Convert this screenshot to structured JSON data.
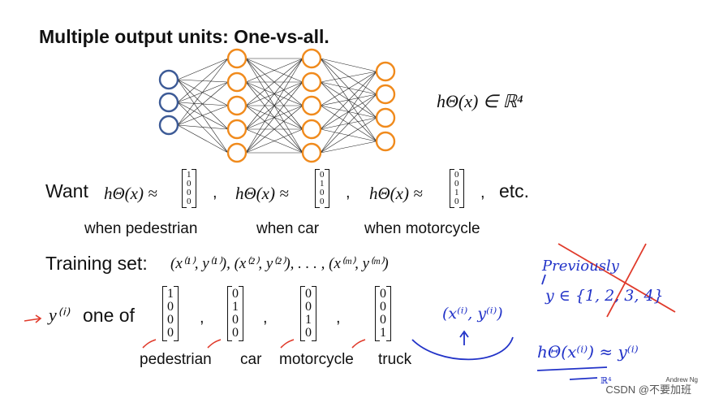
{
  "title": "Multiple output units: One-vs-all.",
  "h_top": "hΘ(x) ∈ ℝ⁴",
  "want_label": "Want",
  "h_approx": "hΘ(x) ≈",
  "vectors": [
    [
      "1",
      "0",
      "0",
      "0"
    ],
    [
      "0",
      "1",
      "0",
      "0"
    ],
    [
      "0",
      "0",
      "1",
      "0"
    ],
    [
      "0",
      "0",
      "0",
      "1"
    ]
  ],
  "etc": "etc.",
  "captions": [
    "when pedestrian",
    "when car",
    "when motorcycle"
  ],
  "training_label": "Training set:",
  "training_expr": "(x⁽¹⁾, y⁽¹⁾), (x⁽²⁾, y⁽²⁾), . . . , (x⁽ᵐ⁾, y⁽ᵐ⁾)",
  "yi": "y⁽ⁱ⁾",
  "one_of": "one of",
  "classes": [
    "pedestrian",
    "car",
    "motorcycle",
    "truck"
  ],
  "handwriting": {
    "pair": "(x⁽ⁱ⁾, y⁽ⁱ⁾)",
    "previously": "Previously",
    "set": "y ∈ {1, 2, 3, 4}",
    "approx": "hΘ(x⁽ⁱ⁾) ≈ y⁽ⁱ⁾",
    "r4": "ℝ⁴"
  },
  "watermark": "CSDN @不要加班",
  "credit": "Andrew Ng",
  "colors": {
    "input": "#3c5a96",
    "hidden": "#f08a1c",
    "annot": "#2233c8",
    "red": "#e03a2a"
  }
}
